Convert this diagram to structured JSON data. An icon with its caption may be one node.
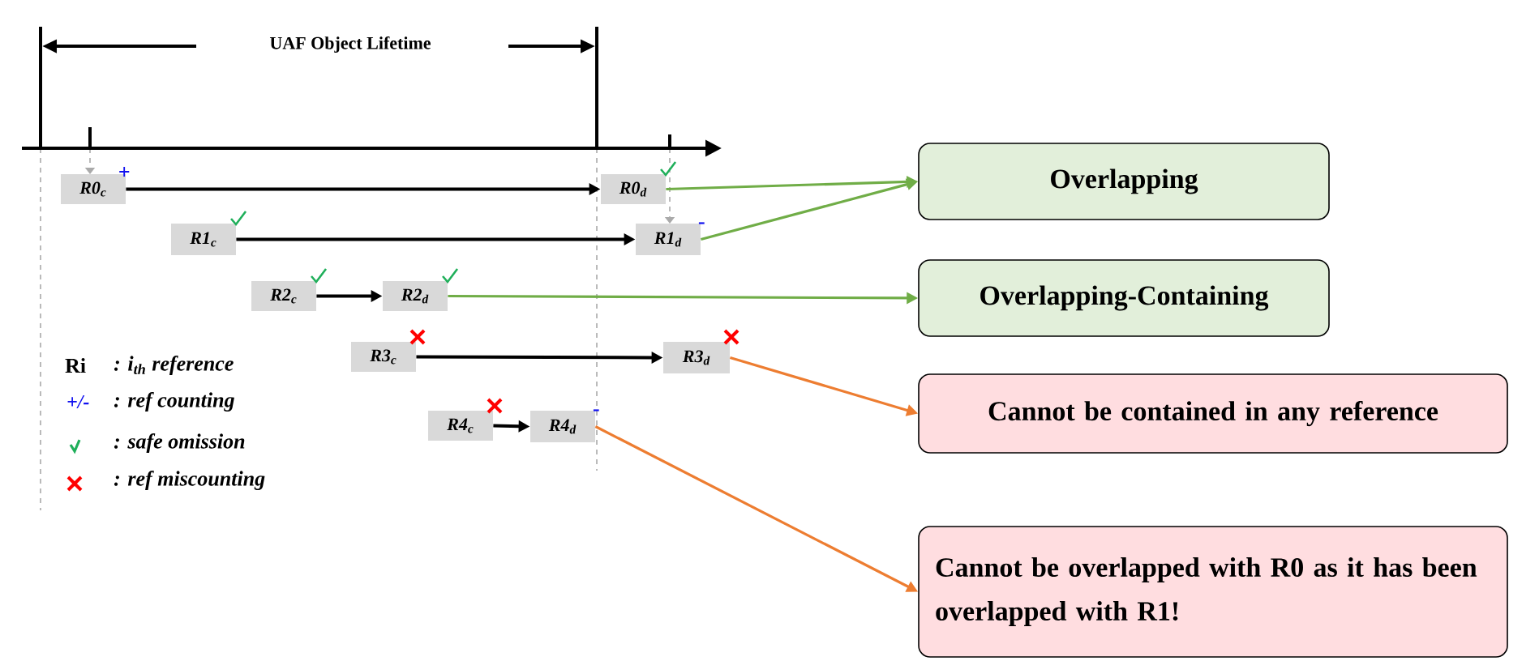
{
  "diagram": {
    "nodes": [
      {
        "text": [
          "R0$_{c}$"
        ],
        "beside": [
          "+"
        ]
      },
      {
        "text": [
          "R0$_{d}$"
        ]
      },
      {
        "text": [
          "Overlapping"
        ]
      },
      {
        "text": [
          "R1$_{c}$"
        ]
      },
      {
        "text": [
          "R1$_{d}$"
        ],
        "beside": [
          "-"
        ]
      },
      {
        "text": [
          "R2$_{c}$"
        ]
      },
      {
        "text": [
          "R2$_{d}$"
        ]
      },
      {
        "text": [
          "Overlapping-Containing"
        ]
      },
      {
        "text": [
          "R3$_{c}$"
        ]
      },
      {
        "text": [
          "R3$_{d}$"
        ]
      },
      {
        "text": [
          "Cannot be contained in any reference"
        ]
      },
      {
        "text": [
          "R4$_{c}$"
        ]
      },
      {
        "text": [
          "R4$_{d}$"
        ],
        "beside": [
          "-"
        ]
      },
      {
        "text": [
          "Cannot be overlapped with R0 as it has been overlapped with R1!"
        ]
      }
    ],
    "edges": [
      {
        "from": 0,
        "to": 1,
        "arrow": "to"
      },
      {
        "from": 1,
        "to": 2,
        "arrow": "to",
        "color": "#70ad47"
      },
      {
        "from": 3,
        "to": 4,
        "arrow": "to"
      },
      {
        "from": 4,
        "to": 2,
        "arrow": "to",
        "color": "#70ad47"
      },
      {
        "from": 5,
        "to": 6,
        "arrow": "to"
      },
      {
        "from": 6,
        "to": 7,
        "arrow": "to",
        "color": "#70ad47"
      },
      {
        "from": 8,
        "to": 9,
        "arrow": "to"
      },
      {
        "from": 9,
        "to": 10,
        "arrow": "to",
        "color": "#ed7d31"
      },
      {
        "from": 11,
        "to": 12,
        "arrow": "to"
      },
      {
        "from": 12,
        "to": 13,
        "arrow": "to",
        "color": "#ed7d31"
      }
    ],
    "labels": [
      "UAF Object Lifetime",
      "Ri",
      "+/-"
    ],
    "legend": [
      {
        "text": ": i$_{th}$ reference"
      },
      {
        "text": ": ref counting"
      },
      {
        "text": ": safe omission"
      },
      {
        "text": ": ref miscounting"
      }
    ]
  }
}
